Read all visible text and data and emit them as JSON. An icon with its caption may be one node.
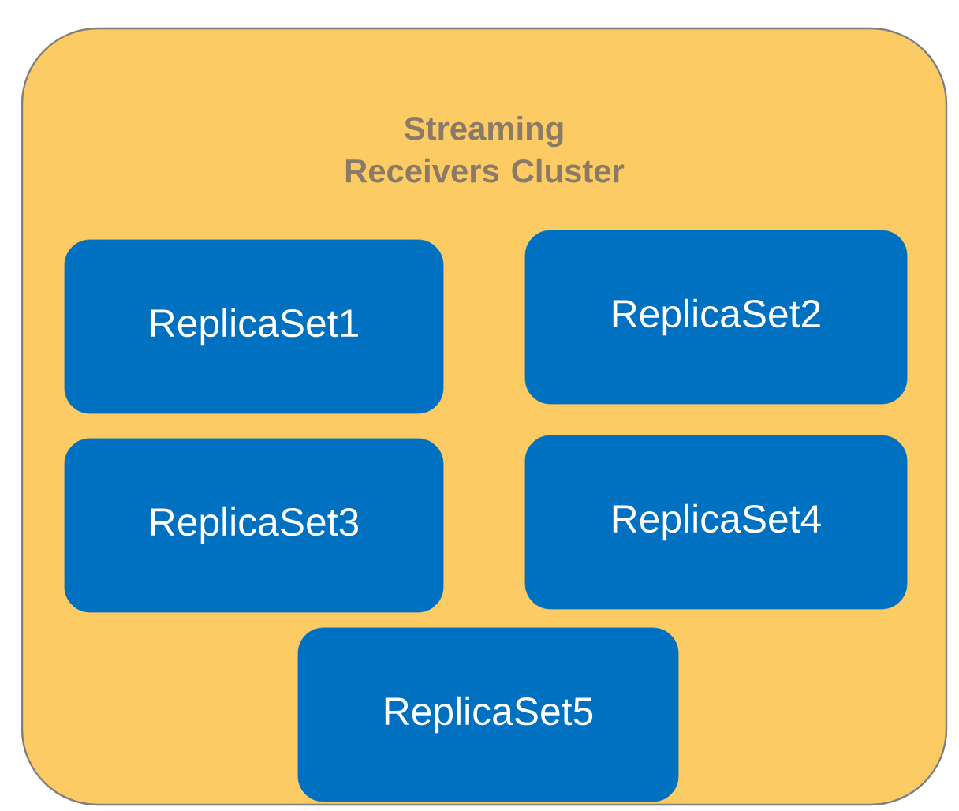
{
  "diagram": {
    "nodes": [
      {
        "text": [
          "Streaming Receivers Cluster"
        ]
      },
      {
        "text": [
          "ReplicaSet1"
        ],
        "in": 0
      },
      {
        "text": [
          "ReplicaSet2"
        ],
        "in": 0
      },
      {
        "text": [
          "ReplicaSet3"
        ],
        "in": 0
      },
      {
        "text": [
          "ReplicaSet4"
        ],
        "in": 0
      },
      {
        "text": [
          "ReplicaSet5"
        ],
        "in": 0
      }
    ]
  }
}
